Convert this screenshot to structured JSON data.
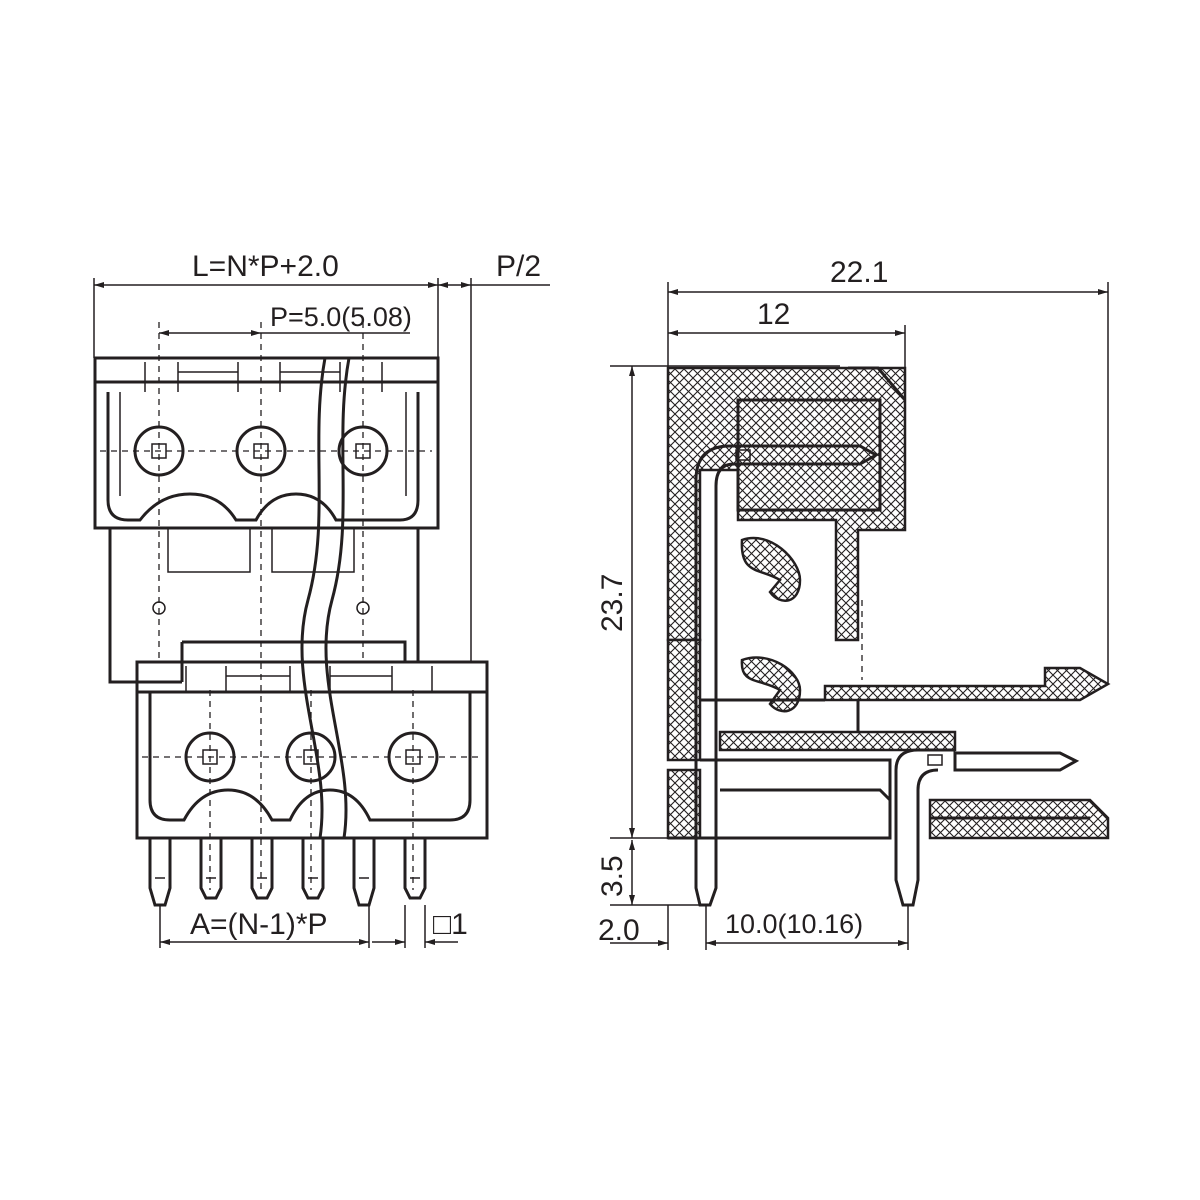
{
  "front_view": {
    "overall_length_label": "L=N*P+2.0",
    "half_pitch_label": "P/2",
    "pitch_label": "P=5.0(5.08)",
    "pin_span_label": "A=(N-1)*P",
    "pin_size_label": "□1"
  },
  "side_view": {
    "depth_label": "22.1",
    "plug_depth_label": "12",
    "height_label": "23.7",
    "pin_length_label": "3.5",
    "pin_offset_label": "2.0",
    "row_spacing_label": "10.0(10.16)"
  },
  "colors": {
    "line": "#231f20",
    "background": "#ffffff"
  }
}
